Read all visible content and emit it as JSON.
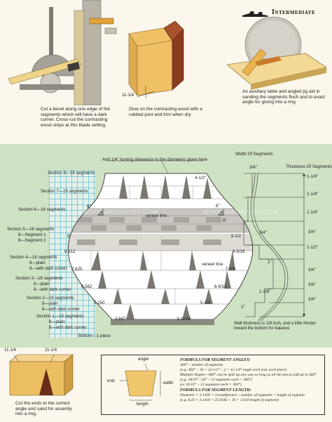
{
  "header": {
    "level": "Intermediate"
  },
  "captions": {
    "step1": "Cut a bevel along one edge of the segments which will have a dark corner. Cross-cut the contrasting wood strips at this blade setting.",
    "step2": "Glue on the contrasting wood with a rubbed joint and trim when dry",
    "step3": "An auxiliary table and angled jig aid in sanding the segments flush and to exact angle for gluing into a ring",
    "step4": "Cut the ends to the correct angle and sand for assemly into a ring."
  },
  "top_dims": {
    "thickness": "11-1/4"
  },
  "bottom_dims": {
    "left": "11-1/4",
    "right": "11-1/4"
  },
  "vase": {
    "allowance_note": "Add 1/4\" turning allowance to the diameters given here",
    "labels_left": [
      "Section 8—16 segments",
      "Section 7—16 segments",
      "Section 6—16 segments",
      "Section 5—16 segments",
      "8—Segment 1",
      "8—Segment 2",
      "Section 4—16 segments",
      "8—plain",
      "8—with dark corner",
      "Section 3—16 segments",
      "8—plain",
      "8—with dark corner",
      "Section 2—16 segments",
      "8—plain",
      "8—with dark corner",
      "Section 1—16 segments",
      "8—plain",
      "8—with dark corner"
    ],
    "veneer_line_1": "veneer line",
    "veneer_line_2": "veneer line",
    "bottom_label": "Bottom—1 piece",
    "dims_right": [
      "4-1/2\"",
      "6\"",
      "8\"",
      "8-1/2",
      "8-5/16",
      "7-5/8",
      "6-9/16",
      "5-1/4",
      "3-11/16"
    ],
    "dims_left": [
      "6\"",
      "8\"",
      "8.312",
      "7.625",
      "6.562",
      "5.250",
      "3.687"
    ]
  },
  "profile": {
    "title_width": "Width Of Segments",
    "title_thickness": "Thickness Of Segments",
    "widths": [
      "3/4\"",
      "3/4\"",
      "1\"",
      "1-3/8\"",
      "2\""
    ],
    "thicknesses": [
      "1-1/4\"",
      "1-1/4\"",
      "1-1/4\"",
      "3/4\"",
      "1-1/2\"",
      "3/4\"",
      "3/4\"",
      "3/4\""
    ],
    "wall_note": "Wall thickness is 1/8 inch, and a little thicker toward the bottom for balance"
  },
  "segment_diagram": {
    "angle": "angle",
    "end": "end",
    "width": "width",
    "length": "length"
  },
  "formulas": {
    "angles_title": "FORMULA FOR SEGMENT ANGLES:",
    "angles_line1": "360° ÷ number of segments",
    "angles_line2": "(e.g. 360° ÷ 16 = 22-1/2° ÷ 2 = 11-1/4° angle each end, each piece)",
    "angles_line3": "Multiple Angles—360° can be split up any way as long as all the pieces add up to 360°",
    "angles_line4": "(e.g. 18/10° / 20° ÷ 12 segments each = 360°)",
    "angles_line5": "(or 16/10° ÷ 12 segments each = 360°)",
    "length_title": "FORMULA FOR SEGMENT LENGTH:",
    "length_line1": "Diameter × 3.1416 = circumference ÷ number of segments = length of segment",
    "length_line2": "(e.g. 8.25 × 3.1416 = 25.9182 ÷ 16 = 1.619 length of segment)"
  },
  "watermarks": [
    "WOODARCHIVIST.COM",
    "WOODARCHIVIST.COM"
  ],
  "colors": {
    "green_band": "#cfe2c3",
    "grid": "#26a9c6",
    "wood": "#e9c27a",
    "dark_wood": "#7a3b22"
  }
}
